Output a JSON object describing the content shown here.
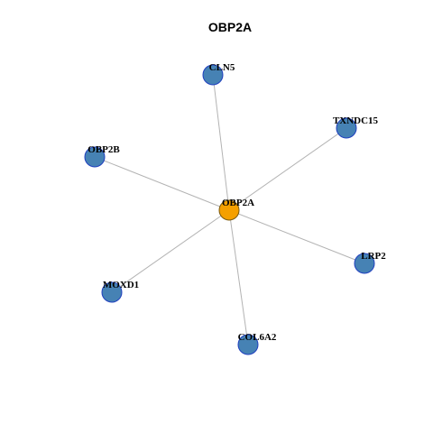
{
  "title": "OBP2A",
  "colors": {
    "center_node": "#f5a000",
    "neighbor_node": "#4682b4",
    "node_border": "#1f3fbf",
    "edge": "#b3b3b3"
  },
  "graph": {
    "center": "OBP2A",
    "nodes": [
      {
        "id": "OBP2A",
        "label": "OBP2A",
        "role": "center"
      },
      {
        "id": "CLN5",
        "label": "CLN5",
        "role": "neighbor"
      },
      {
        "id": "TXNDC15",
        "label": "TXNDC15",
        "role": "neighbor"
      },
      {
        "id": "OBP2B",
        "label": "OBP2B",
        "role": "neighbor"
      },
      {
        "id": "LRP2",
        "label": "LRP2",
        "role": "neighbor"
      },
      {
        "id": "MOXD1",
        "label": "MOXD1",
        "role": "neighbor"
      },
      {
        "id": "COL6A2",
        "label": "COL6A2",
        "role": "neighbor"
      }
    ],
    "edges": [
      {
        "source": "OBP2A",
        "target": "CLN5"
      },
      {
        "source": "OBP2A",
        "target": "TXNDC15"
      },
      {
        "source": "OBP2A",
        "target": "OBP2B"
      },
      {
        "source": "OBP2A",
        "target": "LRP2"
      },
      {
        "source": "OBP2A",
        "target": "MOXD1"
      },
      {
        "source": "OBP2A",
        "target": "COL6A2"
      }
    ]
  }
}
